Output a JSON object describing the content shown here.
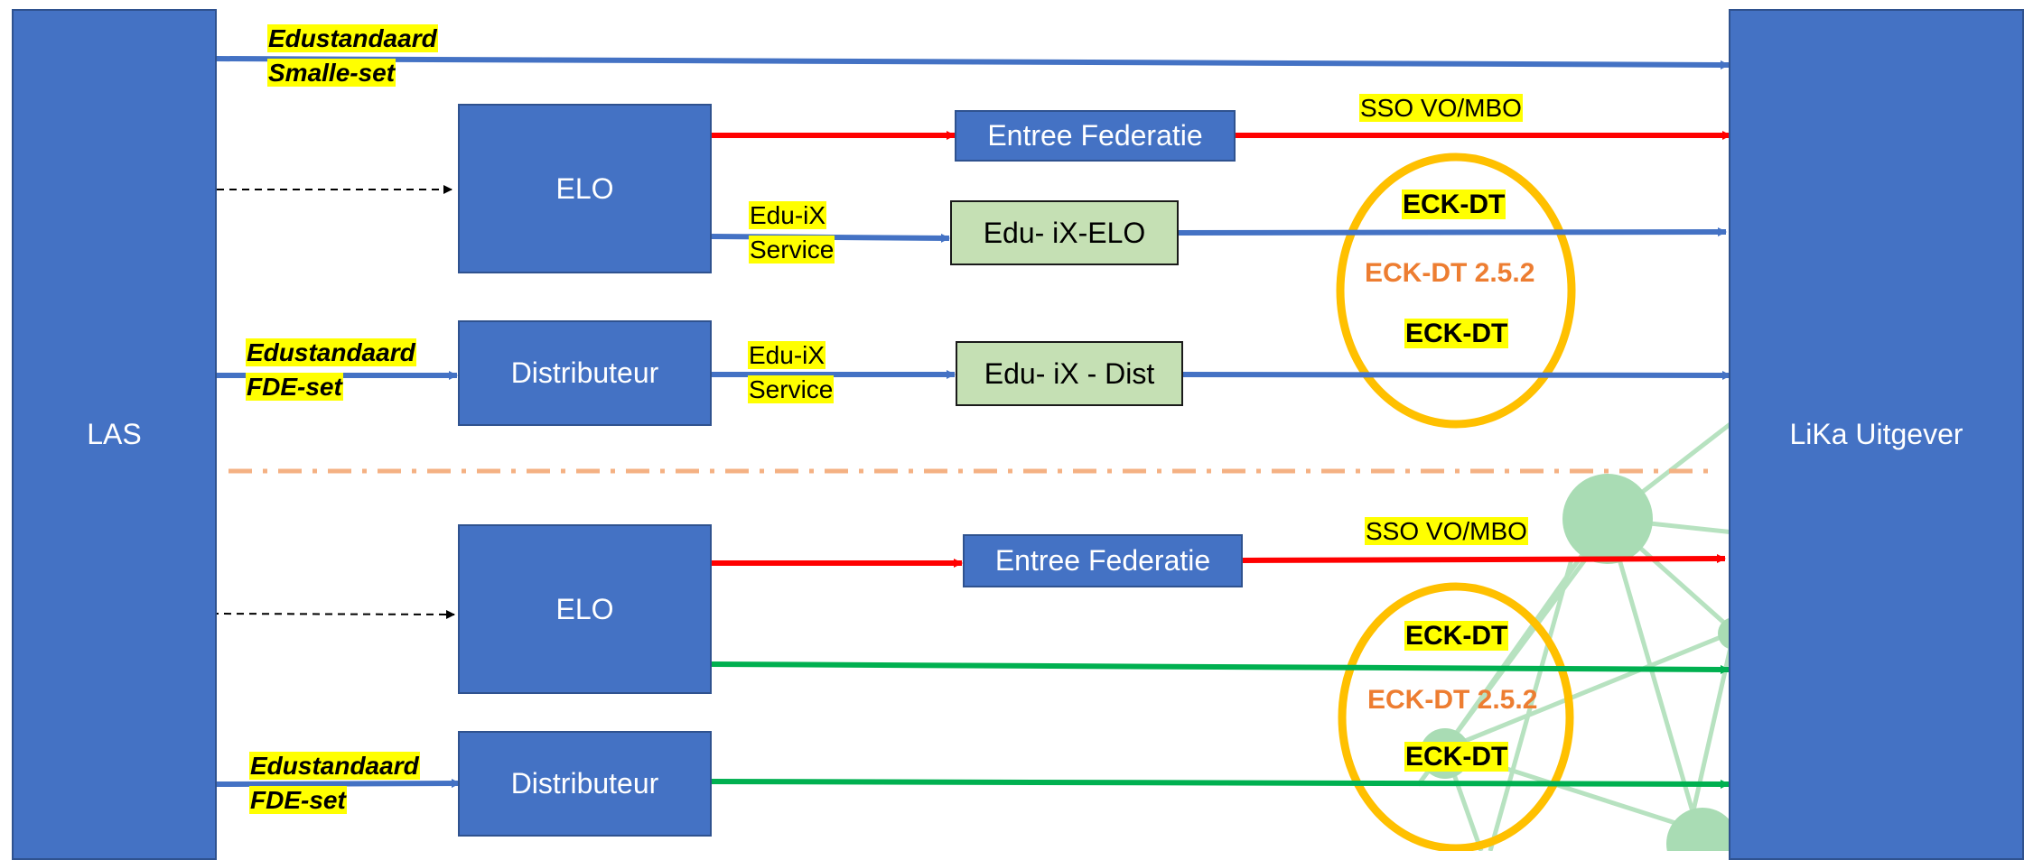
{
  "colors": {
    "box_blue": "#4472c4",
    "box_green": "#c5e0b4",
    "arrow_blue": "#4472c4",
    "arrow_red": "#ff0000",
    "arrow_green": "#00b050",
    "ellipse": "#ffc000",
    "highlight": "#ffff00",
    "version_text": "#ed7d31",
    "separator": "#f4b183",
    "network": "#a9dcb4"
  },
  "diagram": {
    "las_label": "LAS",
    "publisher_label": "LiKa Uitgever",
    "top": {
      "edustandaard_smalle_line1": "Edustandaard",
      "edustandaard_smalle_line2": "Smalle-set",
      "elo_label": "ELO",
      "entree_label": "Entree Federatie",
      "sso_label": "SSO VO/MBO",
      "eduix_service_elo_line1": "Edu-iX",
      "eduix_service_elo_line2": "Service",
      "eduix_elo_label": "Edu- iX-ELO",
      "eck_dt_upper": "ECK-DT",
      "eck_dt_version": "ECK-DT 2.5.2",
      "eck_dt_lower": "ECK-DT",
      "edustandaard_fde_line1": "Edustandaard",
      "edustandaard_fde_line2": "FDE-set",
      "distributeur_label": "Distributeur",
      "eduix_service_dist_line1": "Edu-iX",
      "eduix_service_dist_line2": "Service",
      "eduix_dist_label": "Edu- iX - Dist"
    },
    "bottom": {
      "elo_label": "ELO",
      "entree_label": "Entree Federatie",
      "sso_label": "SSO VO/MBO",
      "eck_dt_upper": "ECK-DT",
      "eck_dt_version": "ECK-DT 2.5.2",
      "eck_dt_lower": "ECK-DT",
      "edustandaard_fde_line1": "Edustandaard",
      "edustandaard_fde_line2": "FDE-set",
      "distributeur_label": "Distributeur"
    }
  }
}
